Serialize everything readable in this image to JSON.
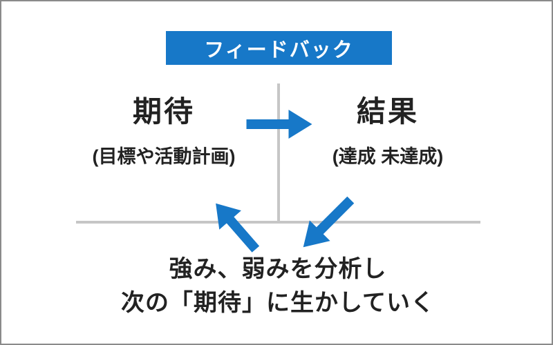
{
  "colors": {
    "accent_blue": "#1778c8",
    "line_gray": "#c6c6c6",
    "border_gray": "#8a8a8a",
    "text_dark": "#222222",
    "header_text": "#ffffff",
    "background": "#ffffff"
  },
  "header": {
    "title": "フィードバック"
  },
  "expectation": {
    "title": "期待",
    "subtitle": "(目標や活動計画)"
  },
  "result": {
    "title": "結果",
    "subtitle": "(達成 未達成)"
  },
  "bottom_note": {
    "line1": "強み、弱みを分析し",
    "line2": "次の「期待」に生かしていく"
  },
  "icons": {
    "arrow_right": "arrow-right-icon",
    "arrow_up_left": "arrow-up-left-icon",
    "arrow_down_left": "arrow-down-left-icon"
  }
}
